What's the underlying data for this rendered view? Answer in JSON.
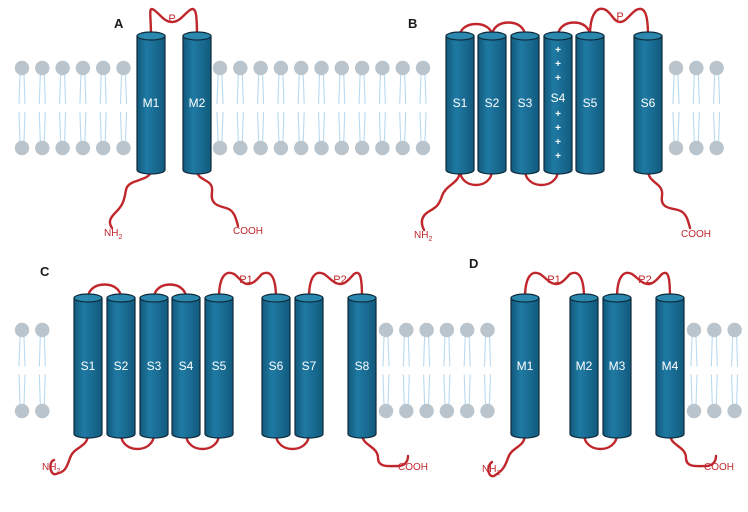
{
  "colors": {
    "helix_fill": "#1a6d94",
    "helix_top": "#2a87ae",
    "helix_stroke": "#0e2a3a",
    "loop": "#c0272d",
    "lipid_head": "#b9c4cc",
    "lipid_tail": "#b8daf0",
    "background": "#ffffff"
  },
  "panels": [
    {
      "letter": "A",
      "helices": [
        "M1",
        "M2"
      ],
      "pore_label": "P",
      "n_term_label": "NH",
      "n_term_sub": "2",
      "c_term_label": "COOH"
    },
    {
      "letter": "B",
      "helices": [
        "S1",
        "S2",
        "S3",
        "S4",
        "S5",
        "S6"
      ],
      "s4_charges": [
        "+",
        "+",
        "+",
        "+",
        "+",
        "+",
        "+"
      ],
      "pore_label": "P",
      "n_term_label": "NH",
      "n_term_sub": "2",
      "c_term_label": "COOH"
    },
    {
      "letter": "C",
      "helices": [
        "S1",
        "S2",
        "S3",
        "S4",
        "S5",
        "S6",
        "S7",
        "S8"
      ],
      "pore_labels": [
        "P1",
        "P2"
      ],
      "n_term_label": "NH",
      "n_term_sub": "2",
      "c_term_label": "COOH"
    },
    {
      "letter": "D",
      "helices": [
        "M1",
        "M2",
        "M3",
        "M4"
      ],
      "pore_labels": [
        "P1",
        "P2"
      ],
      "n_term_label": "NH",
      "n_term_sub": "2",
      "c_term_label": "COOH"
    }
  ]
}
